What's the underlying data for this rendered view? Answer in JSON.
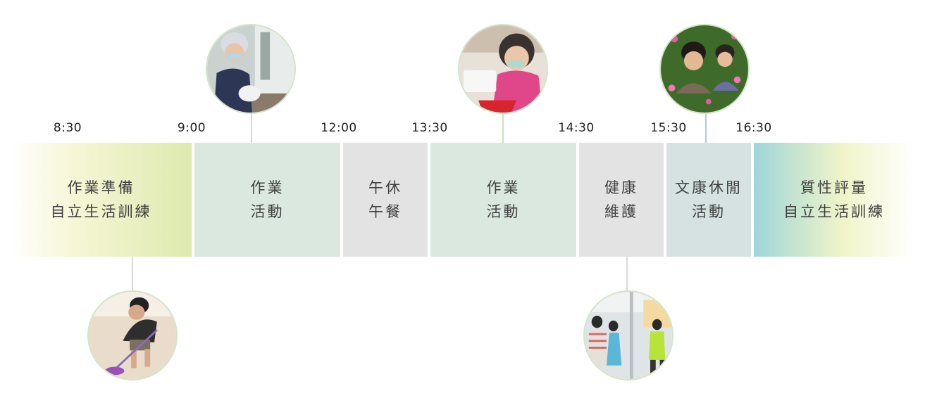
{
  "times": [
    "8:30",
    "9:00",
    "12:00",
    "13:30",
    "14:30",
    "15:30",
    "16:30"
  ],
  "blocks": [
    {
      "line1": "作業準備",
      "line2": "自立生活訓練",
      "color": "#e6efc2"
    },
    {
      "line1": "作業",
      "line2": "活動",
      "color": "#dbe8df"
    },
    {
      "line1": "午休",
      "line2": "午餐",
      "color": "#e3e3e3"
    },
    {
      "line1": "作業",
      "line2": "活動",
      "color": "#dbe8df"
    },
    {
      "line1": "健康",
      "line2": "維護",
      "color": "#e3e3e3"
    },
    {
      "line1": "文康休閒",
      "line2": "活動",
      "color": "#d5e2e1"
    },
    {
      "line1": "質性評量",
      "line2": "自立生活訓練",
      "color": "#bfe3e6"
    }
  ],
  "photos": [
    {
      "icon": "photo-worker-hairnet-icon"
    },
    {
      "icon": "photo-pouring-liquid-icon"
    },
    {
      "icon": "photo-flower-field-icon"
    },
    {
      "icon": "photo-mopping-floor-icon"
    },
    {
      "icon": "photo-group-exercise-icon"
    }
  ]
}
